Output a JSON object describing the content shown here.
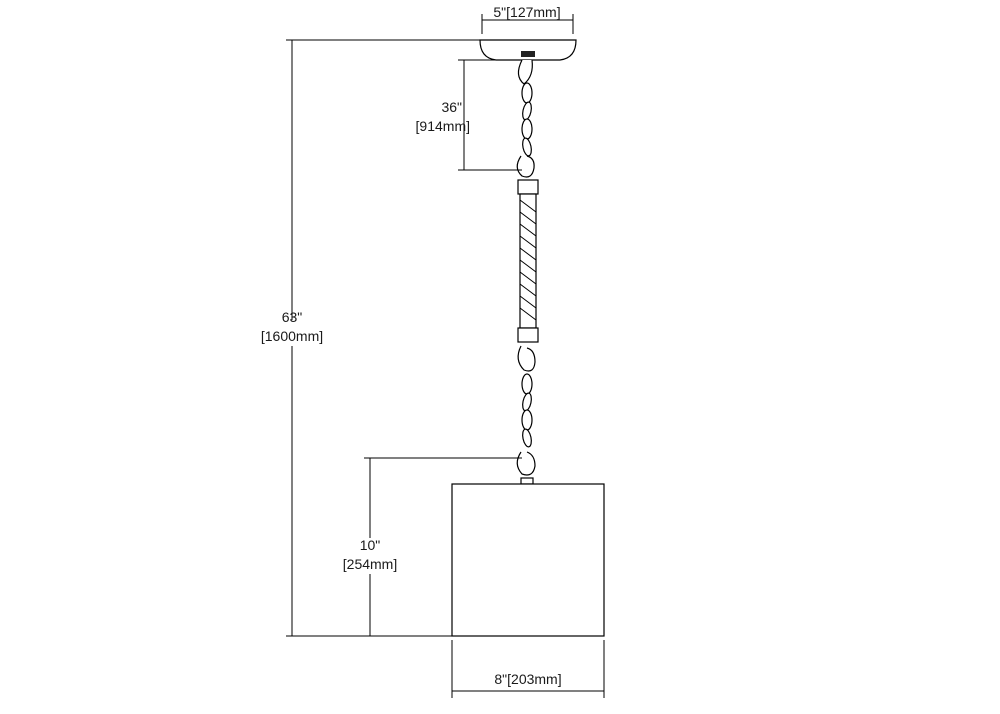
{
  "dimensions": {
    "canopy_width": "5\"[127mm]",
    "chain_length": {
      "imperial": "36\"",
      "metric": "[914mm]"
    },
    "overall_height": {
      "imperial": "63\"",
      "metric": "[1600mm]"
    },
    "shade_height": {
      "imperial": "10\"",
      "metric": "[254mm]"
    },
    "shade_width": "8\"[203mm]"
  },
  "colors": {
    "line": "#000000",
    "text": "#1a1a1a",
    "background": "#ffffff"
  }
}
